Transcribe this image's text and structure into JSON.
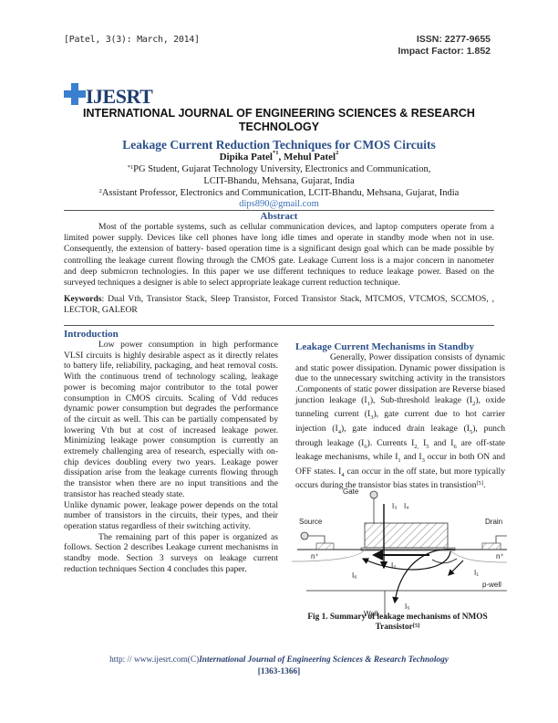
{
  "header": {
    "citation": "[Patel, 3(3): March, 2014]",
    "issn": "ISSN: 2277-9655",
    "impact_factor": "Impact Factor: 1.852"
  },
  "logo": {
    "text": "IJESRT",
    "icon": "plus-cross-icon",
    "color": "#3a7fd0"
  },
  "journal": {
    "line1": "INTERNATIONAL JOURNAL OF ENGINEERING SCIENCES & RESEARCH",
    "line2": "TECHNOLOGY"
  },
  "paper": {
    "title": "Leakage Current Reduction Techniques for CMOS Circuits",
    "authors": [
      {
        "name": "Dipika Patel",
        "sup": "*1"
      },
      {
        "name": "Mehul Patel",
        "sup": "2"
      }
    ],
    "affiliations": [
      {
        "sup": "*1",
        "line1": "PG Student, Gujarat Technology University, Electronics and Communication,",
        "line2": "LCIT-Bhandu, Mehsana, Gujarat, India"
      },
      {
        "sup": "2",
        "line1": "Assistant Professor, Electronics and Communication, LCIT-Bhandu, Mehsana, Gujarat, India"
      }
    ],
    "email": "dips890@gmail.com"
  },
  "abstract": {
    "heading": "Abstract",
    "text": "Most of the portable systems, such as cellular communication devices, and laptop computers operate from a limited power supply. Devices like cell phones have long idle times and operate in standby mode when not in use. Consequently, the extension of battery- based operation time is a significant design goal which can be made possible by controlling the leakage current flowing through the CMOS gate. Leakage Current loss is a major concern in nanometer and deep submicron technologies. In this paper we use different techniques to reduce leakage power. Based on the surveyed techniques a designer is able to select appropriate leakage current reduction technique."
  },
  "keywords": {
    "label": "Keywords",
    "text": ": Dual Vth, Transistor Stack, Sleep Transistor, Forced Transistor Stack, MTCMOS, VTCMOS, SCCMOS, , LECTOR, GALEOR"
  },
  "introduction": {
    "heading": "Introduction",
    "p1": "Low power consumption in high performance VLSI circuits is highly desirable aspect as it directly relates to battery life, reliability, packaging, and heat removal costs. With the continuous trend of technology scaling, leakage power is becoming major contributor to the total power consumption in CMOS circuits. Scaling of Vdd reduces dynamic power consumption but degrades the performance of the circuit as well. This can be partially compensated by lowering Vth  but at cost of increased leakage power. Minimizing leakage power consumption is currently an extremely challenging area of research, especially with on-chip devices doubling every two years.  Leakage power dissipation arise from the leakage currents flowing through the transistor when there are no input transitions and the transistor has reached steady state.",
    "p2": "Unlike dynamic power, leakage power depends on the total number of transistors in the circuits, their types, and their operation status regardless of their switching activity.",
    "p3": "The remaining part of this paper is organized as follows. Section 2 describes Leakage current mechanisms in standby mode. Section 3 surveys on leakage current reduction techniques Section 4 concludes this paper."
  },
  "leakage_section": {
    "heading": "Leakage Current Mechanisms in Standby",
    "t1": "Generally, Power dissipation consists of dynamic and static power dissipation. Dynamic power dissipation is due to the unnecessary switching activity in the transistors .Components of static power dissipation are Reverse biased junction leakage (I",
    "t2": "), Sub-threshold leakage (I",
    "t3": "), oxide tunneling current (I",
    "t4": "), gate current due to hot carrier injection (I",
    "t5": "), gate induced drain leakage (I",
    "t6": "),  punch through leakage (I",
    "t7": "). Currents I",
    "t8": " I",
    "t9": " and I",
    "t10": " are off-state leakage mechanisms, while I",
    "t11": " and I",
    "t12": " occur in both ON and OFF states. I",
    "t13": " can occur in the off state, but more typically occurs during the transistor bias states in transistion",
    "t14": ".",
    "subs": [
      "1",
      "2",
      "3",
      "4",
      "5",
      "6",
      "2,",
      "5",
      "6",
      "1",
      "3",
      "4"
    ],
    "ref": "[5]"
  },
  "figure": {
    "labels": {
      "gate": "Gate",
      "source": "Source",
      "drain": "Drain",
      "n_left": "n⁺",
      "n_right": "n⁺",
      "pwell": "p-well",
      "well": "Well",
      "i1": "I₁",
      "i2": "I₂",
      "i3": "I₃",
      "i4": "I₄",
      "i5": "I₅",
      "i6": "I₆"
    },
    "caption_line1": "Fig 1. Summary of leakage mechanisms of NMOS",
    "caption_line2": "Transistor",
    "caption_ref": "[5]"
  },
  "footer": {
    "url": "http: // www.ijesrt.com",
    "copyright": "(C)",
    "journal": "International Journal of Engineering Sciences & Research Technology",
    "pages": "[1363-1366]"
  }
}
